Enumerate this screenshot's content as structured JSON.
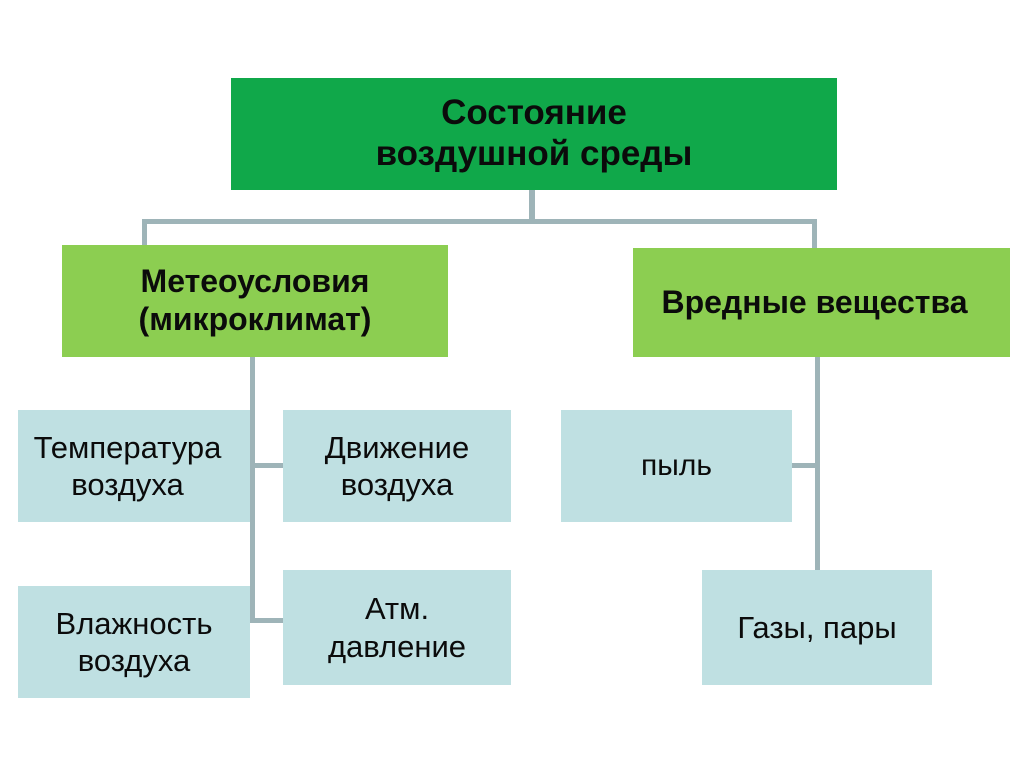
{
  "diagram": {
    "title": "Состояние воздушной среды",
    "type": "hierarchy-tree",
    "colors": {
      "root_fill": "#10a84a",
      "branch_fill": "#8cce51",
      "leaf_fill": "#bfe0e2",
      "connector": "#9eb4b8",
      "text": "#0b0b0b",
      "background": "#ffffff"
    },
    "root": {
      "label": "Состояние\nвоздушной среды"
    },
    "branches": [
      {
        "id": "meteo",
        "label": "Метеоусловия\n(микроклимат)",
        "children": [
          {
            "id": "temperature",
            "label": "Температура\nвоздуха"
          },
          {
            "id": "air-movement",
            "label": "Движение\nвоздуха"
          },
          {
            "id": "humidity",
            "label": "Влажность\nвоздуха"
          },
          {
            "id": "pressure",
            "label": "Атм.\nдавление"
          }
        ]
      },
      {
        "id": "harmful",
        "label": "Вредные вещества",
        "children": [
          {
            "id": "dust",
            "label": "пыль"
          },
          {
            "id": "gases-vapors",
            "label": "Газы, пары"
          }
        ]
      }
    ]
  }
}
